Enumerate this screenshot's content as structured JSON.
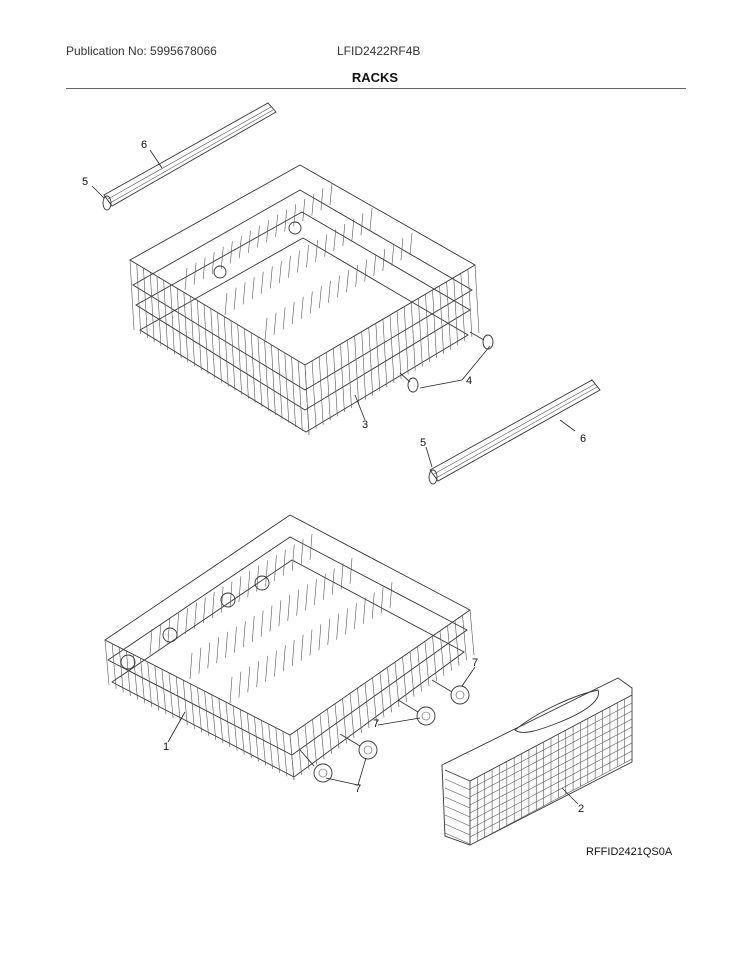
{
  "header": {
    "publication": "Publication No: 5995678066",
    "model": "LFID2422RF4B",
    "title": "RACKS"
  },
  "callouts": {
    "c6a": "6",
    "c5a": "5",
    "c4": "4",
    "c3": "3",
    "c5b": "5",
    "c6b": "6",
    "c7a": "7",
    "c7b": "7",
    "c7c": "7",
    "c1": "1",
    "c2": "2"
  },
  "figure_code": "RFFID2421QS0A"
}
